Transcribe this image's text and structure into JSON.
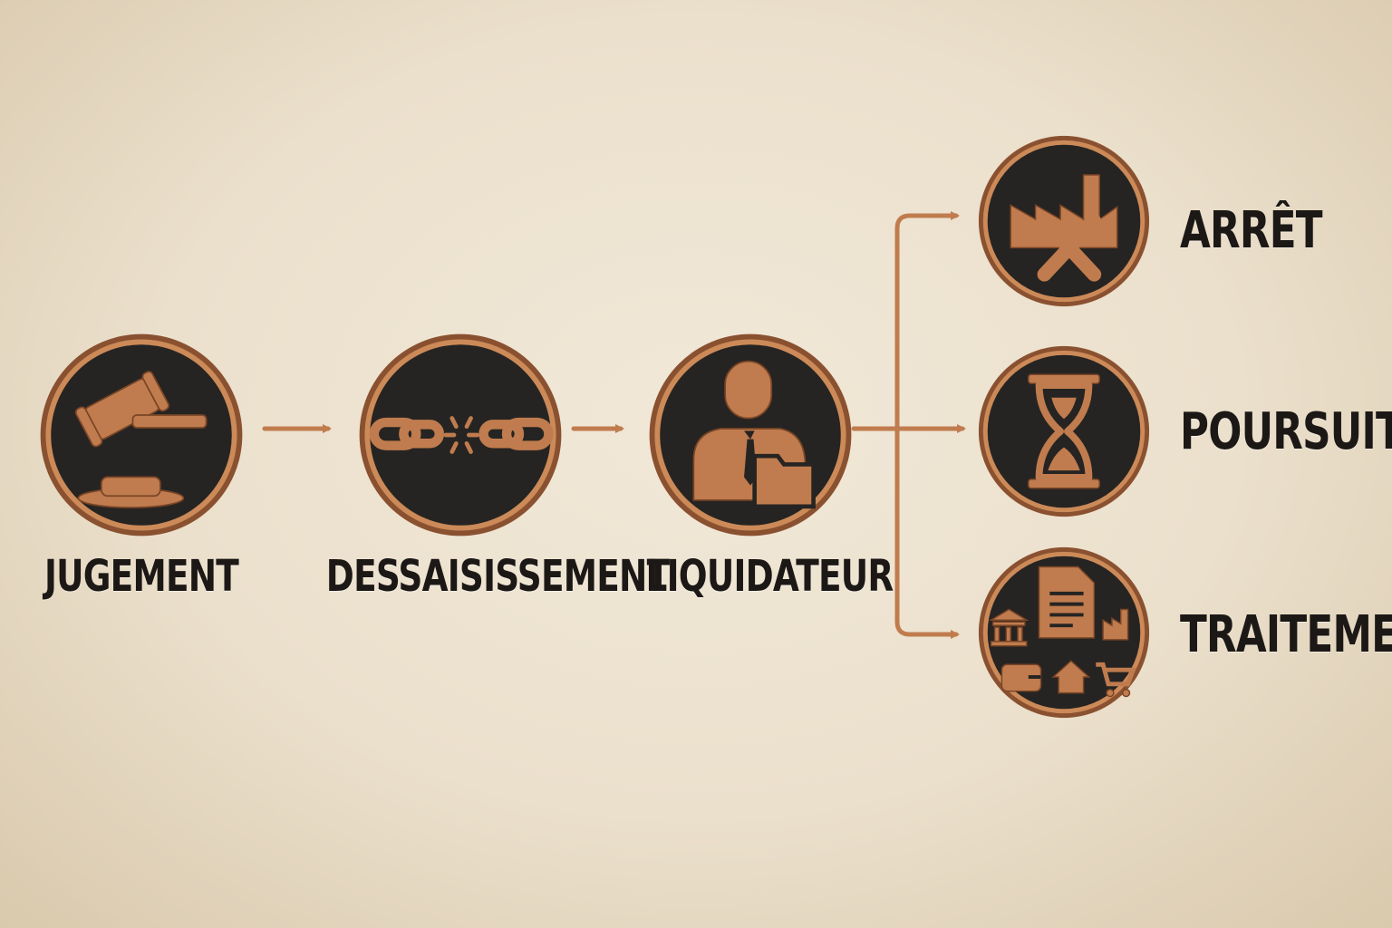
{
  "colors": {
    "background": "#ece2cf",
    "copper": "#c07c4e",
    "copper_dark": "#8a5130",
    "disc": "#262422",
    "text": "#1c1816"
  },
  "steps": [
    {
      "label": "JUGEMENT",
      "icon": "gavel-icon"
    },
    {
      "label": "DESSAISISSEMENT",
      "icon": "broken-chain-icon"
    },
    {
      "label": "LIQUIDATEUR",
      "icon": "liquidator-person-icon"
    }
  ],
  "outcomes": [
    {
      "label": "ARRÊT",
      "icon": "crossed-factory-icon"
    },
    {
      "label": "POURSUITE",
      "icon": "hourglass-icon"
    },
    {
      "label": "TRAITEMENT",
      "icon": "assets-document-icon"
    }
  ]
}
